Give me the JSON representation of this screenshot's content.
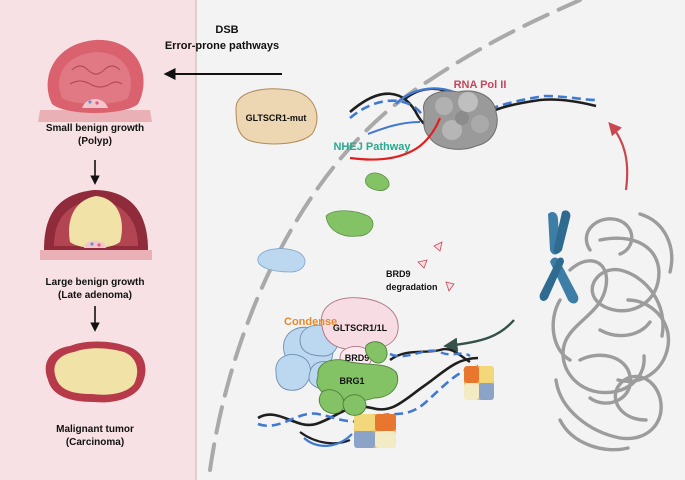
{
  "left_panel": {
    "stage1": {
      "title": "Small benign growth",
      "subtitle": "(Polyp)"
    },
    "stage2": {
      "title": "Large benign growth",
      "subtitle": "(Late adenoma)"
    },
    "stage3": {
      "title": "Malignant tumor",
      "subtitle": "(Carcinoma)"
    }
  },
  "dsb": {
    "line1": "DSB",
    "line2": "Error-prone pathways"
  },
  "labels": {
    "gltscr1_mut": "GLTSCR1-mut",
    "rna_pol": "RNA Pol II",
    "nhej": "NHEJ Pathway",
    "brd9_degradation_1": "BRD9",
    "brd9_degradation_2": "degradation",
    "condense": "Condense",
    "gltscr1": "GLTSCR1/1L",
    "brd9": "BRD9",
    "brg1": "BRG1"
  },
  "colors": {
    "left_bg": "#f7e1e4",
    "right_bg": "#f3f3f3",
    "rna_pol_text": "#c4485c",
    "nhej_text": "#2aaa8e",
    "condense_text": "#e58a2c",
    "green_protein": "#84c266",
    "blue_protein": "#bcd8f0",
    "pink_protein": "#f7dde3",
    "chromosome": "#3d7ea6",
    "dna_blue": "#3f79d2",
    "dna_black": "#1f1f1f",
    "red_strand": "#e02020",
    "nuclear_membrane": "#a9a9a9"
  }
}
